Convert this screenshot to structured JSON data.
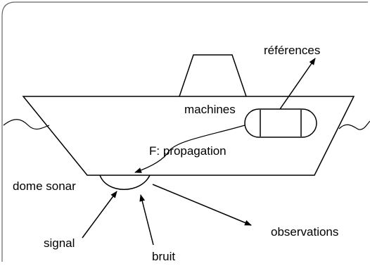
{
  "labels": {
    "references": "références",
    "machines": "machines",
    "propagation": "F: propagation",
    "dome_sonar": "dome sonar",
    "signal": "signal",
    "bruit": "bruit",
    "observations": "observations"
  },
  "colors": {
    "stroke": "#000000",
    "background": "#ffffff",
    "frame": "#666666"
  }
}
